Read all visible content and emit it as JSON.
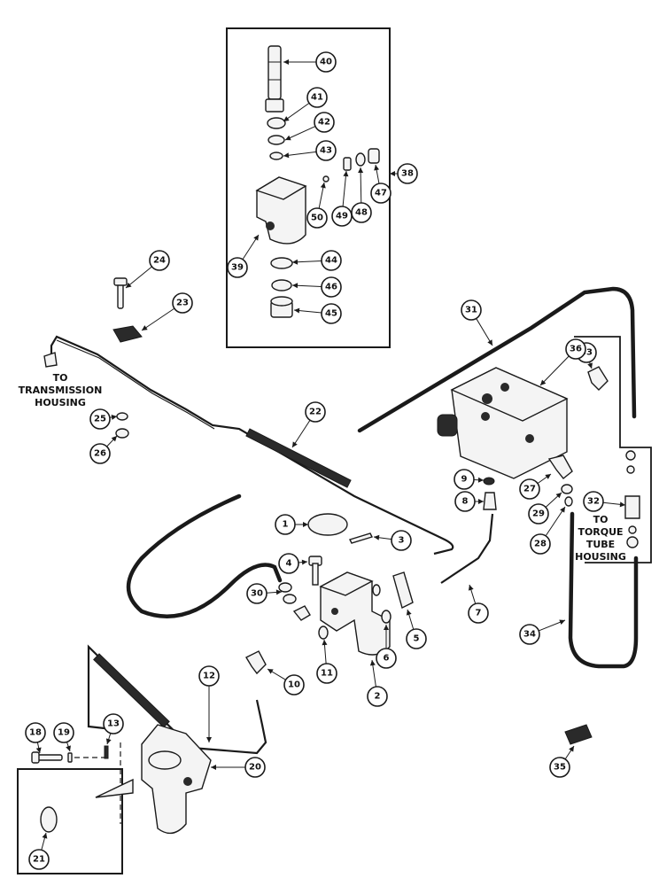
{
  "labels": {
    "transmission_line1": "TO",
    "transmission_line2": "TRANSMISSION",
    "transmission_line3": "HOUSING",
    "torque_line1": "TO",
    "torque_line2": "TORQUE",
    "torque_line3": "TUBE",
    "torque_line4": "HOUSING"
  },
  "callouts": [
    "1",
    "2",
    "3",
    "4",
    "5",
    "6",
    "7",
    "8",
    "9",
    "10",
    "11",
    "12",
    "13",
    "18",
    "19",
    "20",
    "21",
    "22",
    "23",
    "24",
    "25",
    "26",
    "27",
    "28",
    "29",
    "30",
    "31",
    "32",
    "33",
    "34",
    "35",
    "36",
    "38",
    "39",
    "40",
    "41",
    "42",
    "43",
    "44",
    "45",
    "46",
    "47",
    "48",
    "49",
    "50"
  ],
  "colors": {
    "ink": "#1a1a1a",
    "paper": "#ffffff"
  }
}
